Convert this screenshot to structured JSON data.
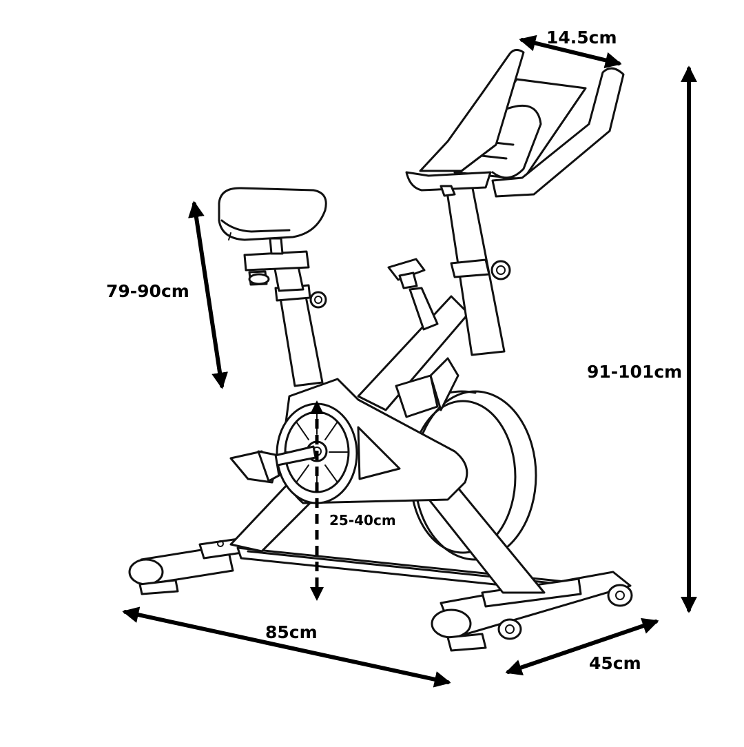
{
  "dimensions": {
    "handlebar_width": "14.5cm",
    "seat_height": "79-90cm",
    "total_height": "91-101cm",
    "crank_height": "25-40cm",
    "length": "85cm",
    "width": "45cm"
  },
  "colors": {
    "line": "#111111",
    "background": "#ffffff"
  }
}
